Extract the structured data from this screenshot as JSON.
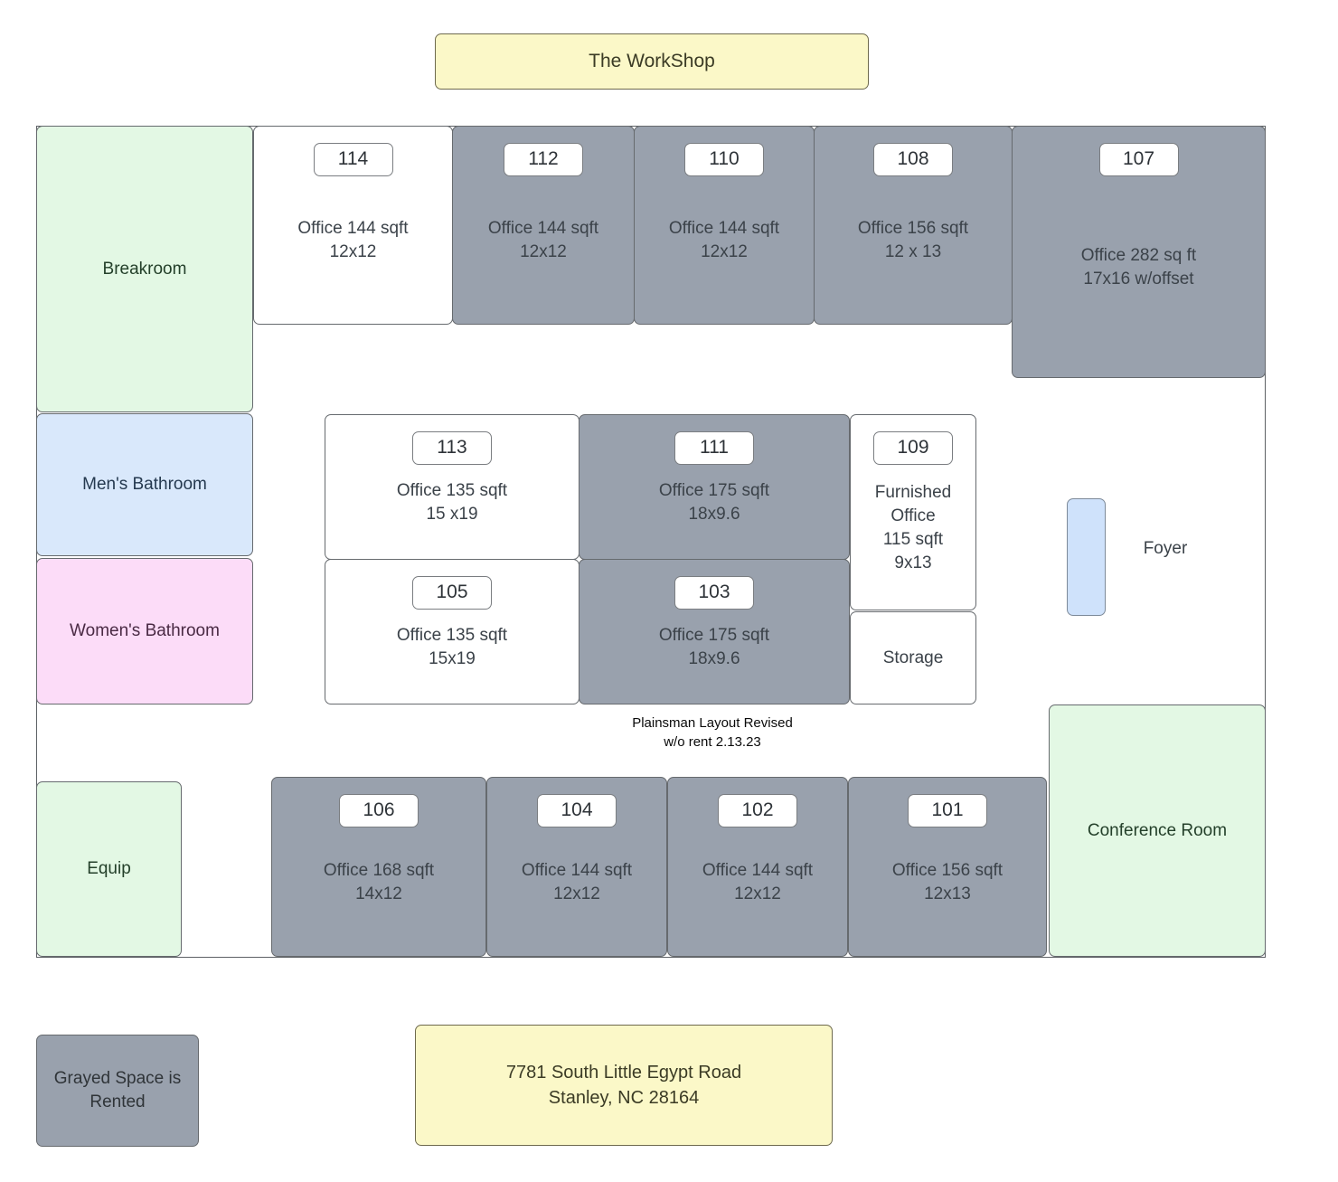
{
  "title": {
    "label": "The WorkShop"
  },
  "address": {
    "label": "7781 South Little Egypt Road\nStanley, NC 28164"
  },
  "legend": {
    "label": "Grayed Space is\nRented"
  },
  "note": {
    "label": "Plainsman Layout Revised\nw/o rent 2.13.23"
  },
  "foyer": {
    "label": "Foyer"
  },
  "colors": {
    "rented_gray": "#99a1ad",
    "vacant_white": "#ffffff",
    "green": "#e3f8e4",
    "blue": "#d9e8fb",
    "pink": "#fcdcf8",
    "yellow": "#fbf8c8",
    "stroke": "#666a6e"
  },
  "rooms": {
    "breakroom": {
      "label": "Breakroom"
    },
    "mens_bathroom": {
      "label": "Men's Bathroom"
    },
    "womens_bathroom": {
      "label": "Women's Bathroom"
    },
    "equip": {
      "label": "Equip"
    },
    "storage": {
      "label": "Storage"
    },
    "conference": {
      "label": "Conference  Room"
    }
  },
  "offices": [
    {
      "number": "114",
      "body": "Office 144 sqft\n12x12",
      "status": "vacant"
    },
    {
      "number": "112",
      "body": "Office 144 sqft\n12x12",
      "status": "rented"
    },
    {
      "number": "110",
      "body": "Office 144 sqft\n12x12",
      "status": "rented"
    },
    {
      "number": "108",
      "body": "Office 156 sqft\n12 x 13",
      "status": "rented"
    },
    {
      "number": "107",
      "body": "Office 282 sq ft\n17x16 w/offset",
      "status": "rented"
    },
    {
      "number": "113",
      "body": "Office 135 sqft\n15 x19",
      "status": "vacant"
    },
    {
      "number": "111",
      "body": "Office 175 sqft\n18x9.6",
      "status": "rented"
    },
    {
      "number": "109",
      "body": "Furnished\nOffice\n115 sqft\n9x13",
      "status": "vacant"
    },
    {
      "number": "105",
      "body": "Office 135 sqft\n15x19",
      "status": "vacant"
    },
    {
      "number": "103",
      "body": "Office 175 sqft\n18x9.6",
      "status": "rented"
    },
    {
      "number": "106",
      "body": "Office 168 sqft\n14x12",
      "status": "rented"
    },
    {
      "number": "104",
      "body": "Office 144 sqft\n12x12",
      "status": "rented"
    },
    {
      "number": "102",
      "body": "Office 144 sqft\n12x12",
      "status": "rented"
    },
    {
      "number": "101",
      "body": "Office 156 sqft\n12x13",
      "status": "rented"
    }
  ]
}
